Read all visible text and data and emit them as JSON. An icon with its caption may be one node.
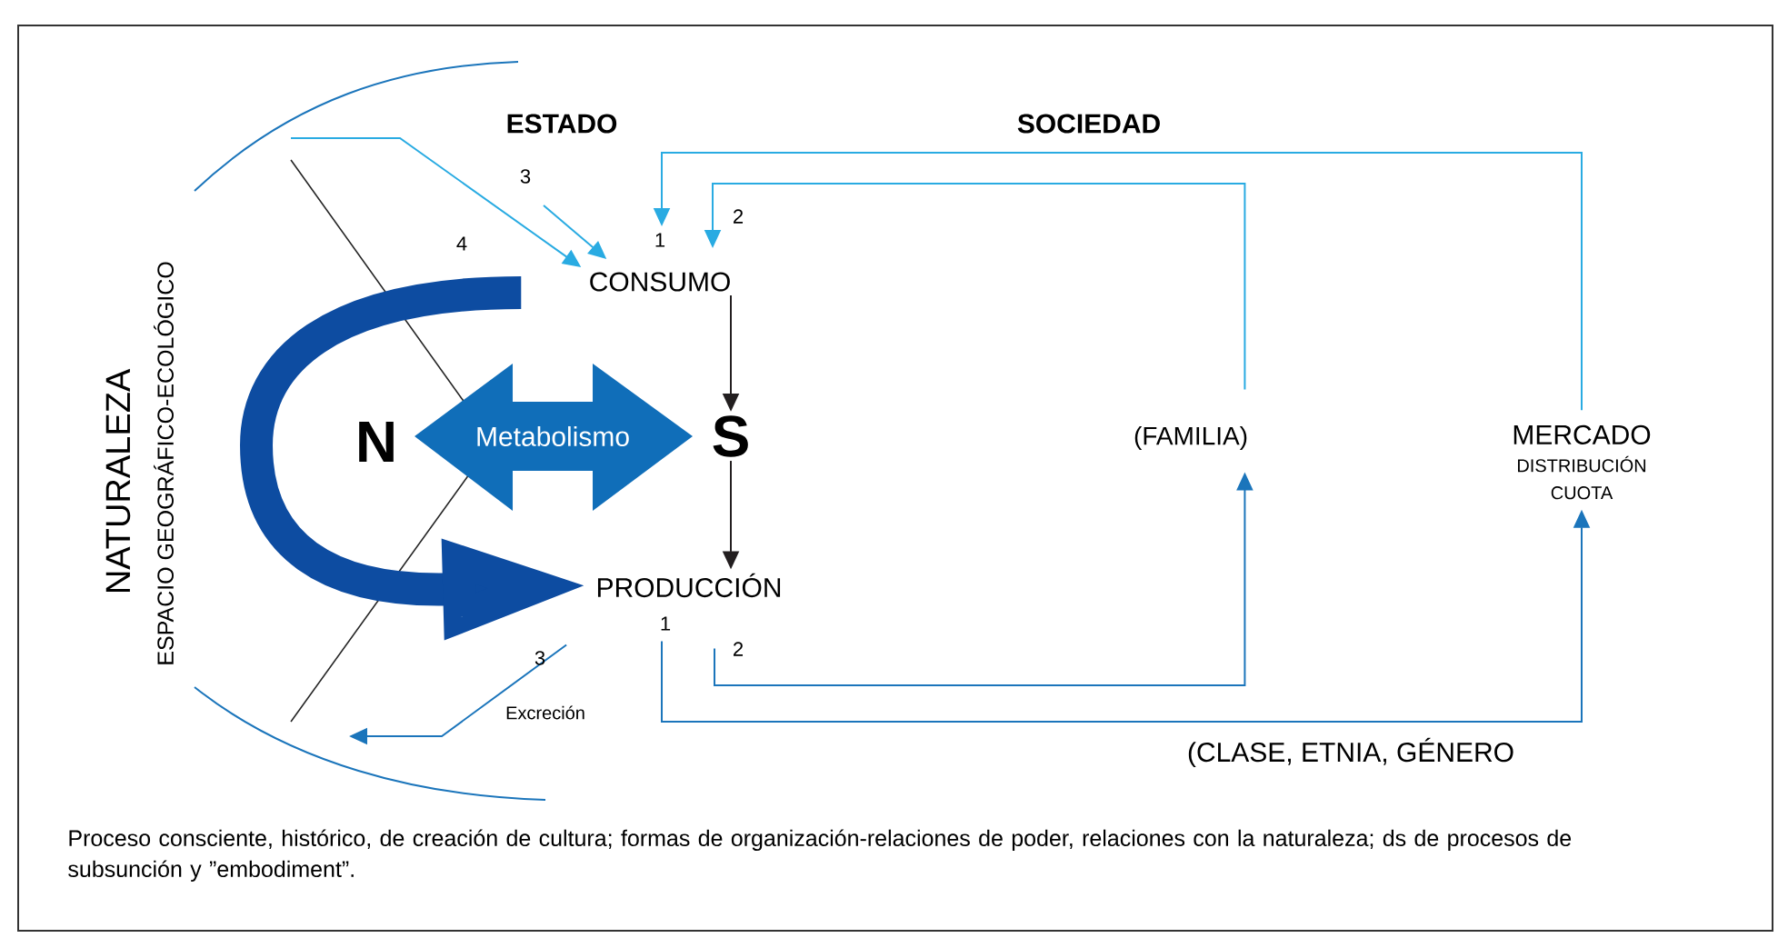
{
  "diagram": {
    "caption": "Proceso consciente, histórico, de creación de cultura; formas de organización-relaciones de poder, relaciones con la naturaleza; ds de procesos de subsunción y ”embodiment”.",
    "nodes": [
      {
        "text": [
          "CONSUMO"
        ]
      },
      {
        "text": [
          "S"
        ]
      },
      {
        "text": [
          "PRODUCCIÓN"
        ]
      },
      {
        "text": [
          "N"
        ]
      },
      {
        "text": [
          "(FAMILIA)"
        ]
      },
      {
        "text": [
          "MERCADO",
          "DISTRIBUCIÓN",
          "CUOTA"
        ]
      },
      {
        "text": [
          "Metabolismo"
        ]
      }
    ],
    "edges": [
      {
        "from": 0,
        "to": 1,
        "arrow": "to",
        "color": "#231f20"
      },
      {
        "from": 1,
        "to": 2,
        "arrow": "to",
        "color": "#231f20"
      },
      {
        "from": 0,
        "to": 2,
        "arrow": "to",
        "style": "thick",
        "color": "#0d4ca1"
      },
      {
        "from": 2,
        "to": 5,
        "arrow": "to",
        "label": "1",
        "color": "#1b75bb"
      },
      {
        "from": 2,
        "to": 4,
        "arrow": "to",
        "label": "2",
        "color": "#1b75bb"
      },
      {
        "from": 4,
        "to": 0,
        "arrow": "to",
        "label": "2",
        "color": "#29abe2"
      },
      {
        "from": 5,
        "to": 0,
        "arrow": "to",
        "label": "1",
        "color": "#29abe2"
      },
      {
        "from": null,
        "to": 0,
        "arrow": "to",
        "label": "3",
        "color": "#29abe2"
      },
      {
        "from": null,
        "to": 0,
        "arrow": "to",
        "label": "4",
        "color": "#29abe2"
      },
      {
        "from": 2,
        "to": null,
        "arrow": "to",
        "label": "3",
        "color": "#1b75bb"
      }
    ],
    "labels": [
      "ESTADO",
      "SOCIEDAD",
      "NATURALEZA",
      "ESPACIO GEOGRÁFICO-ECOLÓGICO",
      "Excreción",
      "(CLASE, ETNIA, GÉNERO"
    ]
  }
}
